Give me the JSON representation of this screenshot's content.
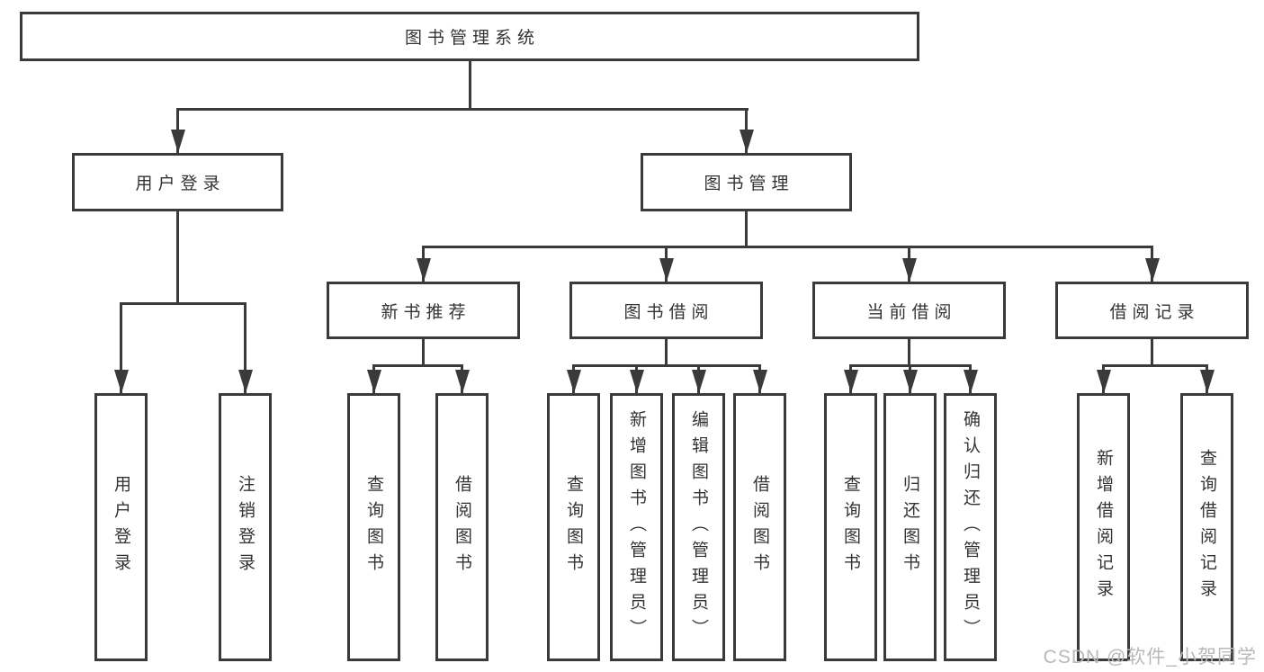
{
  "diagram_type": "hierarchy-tree",
  "nodes": {
    "root": {
      "label": "图书管理系统"
    },
    "user_login": {
      "label": "用户登录"
    },
    "book_management": {
      "label": "图书管理"
    },
    "new_book_recommend": {
      "label": "新书推荐"
    },
    "book_borrow": {
      "label": "图书借阅"
    },
    "current_borrow": {
      "label": "当前借阅"
    },
    "borrow_records": {
      "label": "借阅记录"
    },
    "leaf_user_login": {
      "label": "用户登录"
    },
    "leaf_logout": {
      "label": "注销登录"
    },
    "leaf_query_book_1": {
      "label": "查询图书"
    },
    "leaf_borrow_book_1": {
      "label": "借阅图书"
    },
    "leaf_query_book_2": {
      "label": "查询图书"
    },
    "leaf_add_book": {
      "label": "新增图书（管理员）"
    },
    "leaf_edit_book": {
      "label": "编辑图书（管理员）"
    },
    "leaf_borrow_book_2": {
      "label": "借阅图书"
    },
    "leaf_query_book_3": {
      "label": "查询图书"
    },
    "leaf_return_book": {
      "label": "归还图书"
    },
    "leaf_confirm_return": {
      "label": "确认归还（管理员）"
    },
    "leaf_add_record": {
      "label": "新增借阅记录"
    },
    "leaf_query_record": {
      "label": "查询借阅记录"
    }
  },
  "hierarchy": {
    "root": "图书管理系统",
    "children": [
      {
        "label": "用户登录",
        "children": [
          "用户登录",
          "注销登录"
        ]
      },
      {
        "label": "图书管理",
        "children": [
          {
            "label": "新书推荐",
            "children": [
              "查询图书",
              "借阅图书"
            ]
          },
          {
            "label": "图书借阅",
            "children": [
              "查询图书",
              "新增图书（管理员）",
              "编辑图书（管理员）",
              "借阅图书"
            ]
          },
          {
            "label": "当前借阅",
            "children": [
              "查询图书",
              "归还图书",
              "确认归还（管理员）"
            ]
          },
          {
            "label": "借阅记录",
            "children": [
              "新增借阅记录",
              "查询借阅记录"
            ]
          }
        ]
      }
    ]
  },
  "watermark": {
    "text": "CSDN @软件_小贺同学"
  },
  "colors": {
    "line": "#3a3a3a",
    "text": "#333333",
    "watermark": "#b9b9b9",
    "background": "#ffffff"
  }
}
